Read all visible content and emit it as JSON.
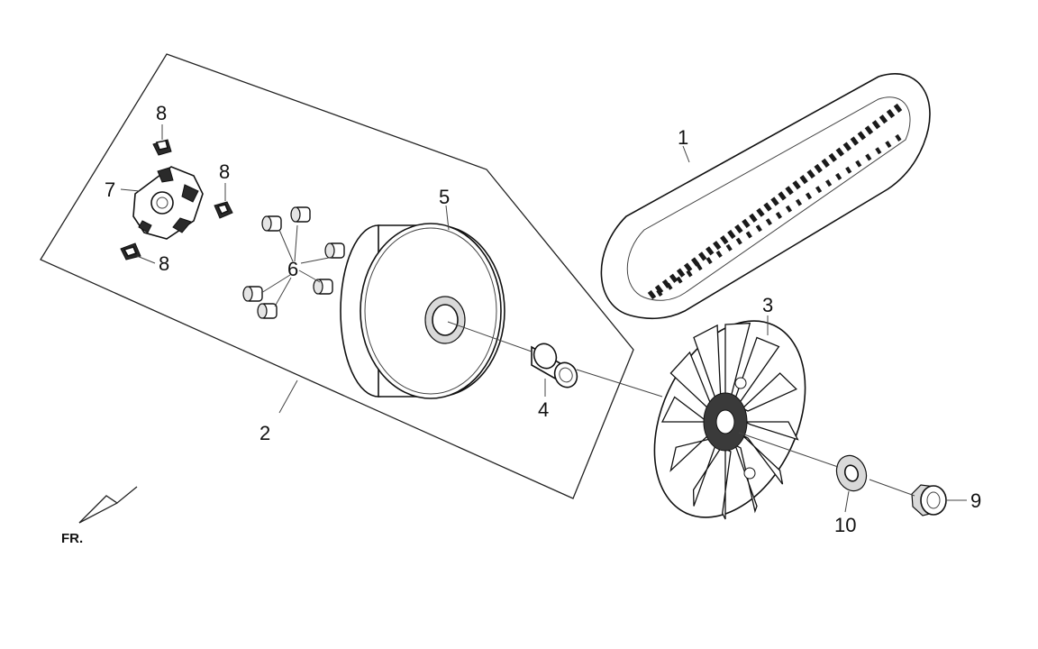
{
  "callouts": {
    "belt": "1",
    "movable_drive_face_assy": "2",
    "drive_face": "3",
    "collar": "4",
    "movable_drive_face": "5",
    "weight_rollers": "6",
    "ramp_plate": "7",
    "slide_piece_top": "8",
    "slide_piece_right": "8",
    "slide_piece_bottom": "8",
    "nut": "9",
    "washer": "10"
  },
  "front_indicator": "FR.",
  "colors": {
    "line": "#111111",
    "background": "#ffffff"
  }
}
